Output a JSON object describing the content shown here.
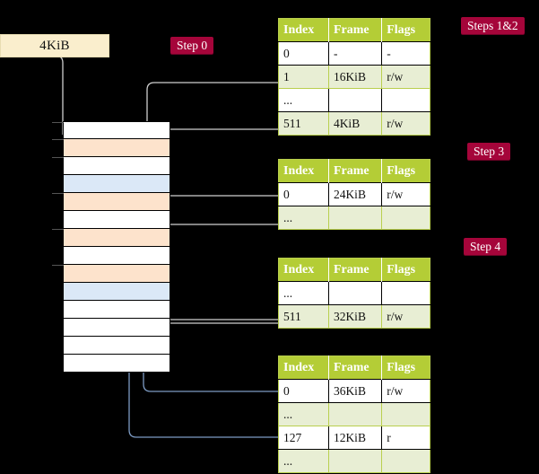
{
  "source": {
    "label": "4KiB"
  },
  "steps": [
    {
      "name": "step-0",
      "label": "Step 0"
    },
    {
      "name": "steps-1-2",
      "label": "Steps 1&2"
    },
    {
      "name": "step-3",
      "label": "Step 3"
    },
    {
      "name": "step-4",
      "label": "Step 4"
    }
  ],
  "memory": {
    "rows": [
      {
        "fill": "white"
      },
      {
        "fill": "orange"
      },
      {
        "fill": "white"
      },
      {
        "fill": "blue"
      },
      {
        "fill": "orange"
      },
      {
        "fill": "white"
      },
      {
        "fill": "orange"
      },
      {
        "fill": "white"
      },
      {
        "fill": "orange"
      },
      {
        "fill": "blue"
      },
      {
        "fill": "white"
      },
      {
        "fill": "white"
      },
      {
        "fill": "white"
      },
      {
        "fill": "white"
      }
    ]
  },
  "tables": [
    {
      "name": "page-table-level-4",
      "headers": [
        "Index",
        "Frame",
        "Flags"
      ],
      "rows": [
        {
          "cells": [
            "0",
            "-",
            "-"
          ],
          "alt": false,
          "highlight": false
        },
        {
          "cells": [
            "1",
            "16KiB",
            "r/w"
          ],
          "alt": true,
          "highlight": false
        },
        {
          "cells": [
            "...",
            "",
            ""
          ],
          "alt": false,
          "highlight": false
        },
        {
          "cells": [
            "511",
            "4KiB",
            "r/w"
          ],
          "alt": true,
          "highlight": true
        }
      ]
    },
    {
      "name": "page-table-level-3",
      "headers": [
        "Index",
        "Frame",
        "Flags"
      ],
      "rows": [
        {
          "cells": [
            "0",
            "24KiB",
            "r/w"
          ],
          "alt": false,
          "highlight": false
        },
        {
          "cells": [
            "...",
            "",
            ""
          ],
          "alt": true,
          "highlight": false
        }
      ]
    },
    {
      "name": "page-table-level-2",
      "headers": [
        "Index",
        "Frame",
        "Flags"
      ],
      "rows": [
        {
          "cells": [
            "...",
            "",
            ""
          ],
          "alt": false,
          "highlight": false
        },
        {
          "cells": [
            "511",
            "32KiB",
            "r/w"
          ],
          "alt": true,
          "highlight": false
        }
      ]
    },
    {
      "name": "page-table-level-1",
      "headers": [
        "Index",
        "Frame",
        "Flags"
      ],
      "rows": [
        {
          "cells": [
            "0",
            "36KiB",
            "r/w"
          ],
          "alt": false,
          "highlight": false
        },
        {
          "cells": [
            "...",
            "",
            ""
          ],
          "alt": true,
          "highlight": false
        },
        {
          "cells": [
            "127",
            "12KiB",
            "r"
          ],
          "alt": false,
          "highlight": false
        },
        {
          "cells": [
            "...",
            "",
            ""
          ],
          "alt": true,
          "highlight": false
        }
      ]
    }
  ],
  "colors": {
    "pill": "#a5053a",
    "header": "#b4cd36",
    "alt_row": "#e8eed4",
    "highlight": "#fbf7a8",
    "mem_orange": "#fde3cc",
    "mem_blue": "#dbe8f7",
    "source_box": "#faeecd",
    "wire_gray": "#cfcfcf",
    "wire_blue": "#7d9bc4"
  }
}
